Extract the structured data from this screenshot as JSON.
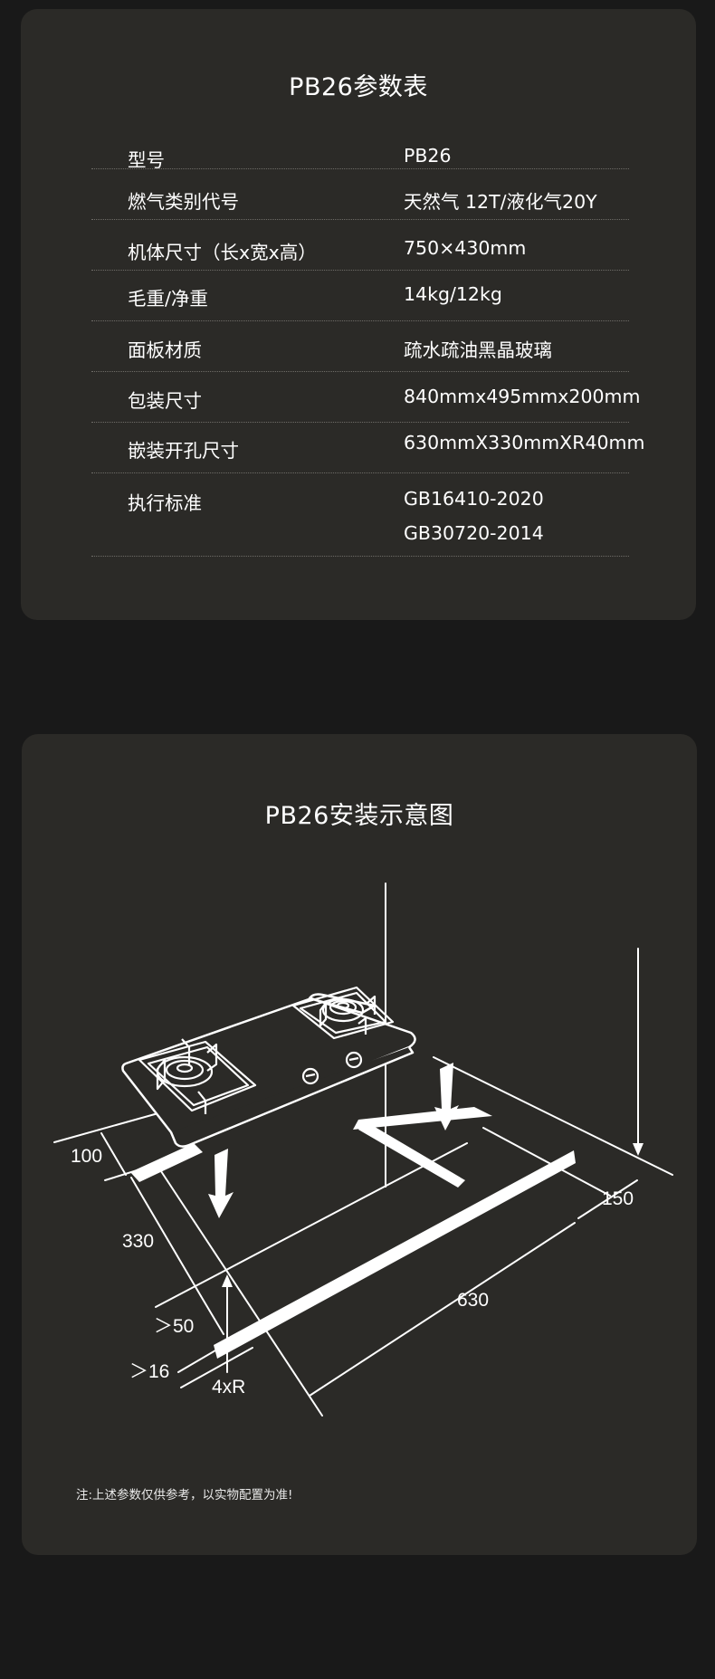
{
  "specs_card": {
    "title": "PB26参数表",
    "rows": [
      {
        "label": "型号",
        "value": [
          "PB26"
        ]
      },
      {
        "label": "燃气类别代号",
        "value": [
          "天然气 12T/液化气20Y"
        ]
      },
      {
        "label": "机体尺寸（长x宽x高）",
        "value": [
          "750×430mm"
        ]
      },
      {
        "label": "毛重/净重",
        "value": [
          "14kg/12kg"
        ]
      },
      {
        "label": "面板材质",
        "value": [
          "疏水疏油黑晶玻璃"
        ]
      },
      {
        "label": "包装尺寸",
        "value": [
          "840mmx495mmx200mm"
        ]
      },
      {
        "label": "嵌装开孔尺寸",
        "value": [
          "630mmX330mmXR40mm"
        ]
      },
      {
        "label": "执行标准",
        "value": [
          "GB16410-2020",
          "GB30720-2014"
        ]
      }
    ]
  },
  "install_card": {
    "title": "PB26安装示意图",
    "diagram": {
      "labels": {
        "front_margin": "100",
        "cutout_depth": "330",
        "back_margin": "＞50",
        "board_thickness": "＞16",
        "corner_radius": "4xR",
        "cutout_width": "630",
        "side_margin": "150"
      },
      "icons": [
        "left-burner-icon",
        "right-burner-icon",
        "knob-icon",
        "down-arrow-icon"
      ]
    },
    "note": "注:上述参数仅供参考，以实物配置为准!"
  },
  "colors": {
    "page_background": "#191919",
    "card_background": "#2b2a27",
    "text": "#ffffff",
    "divider": "#6e6c67"
  }
}
